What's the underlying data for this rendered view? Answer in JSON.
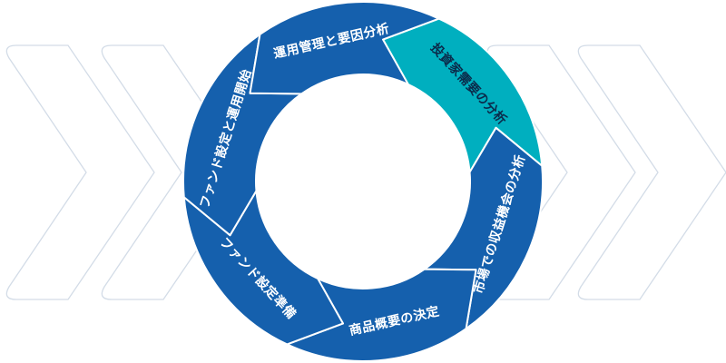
{
  "colors": {
    "segment_blue": "#1560ad",
    "segment_active": "#00afbf",
    "separator": "#ffffff",
    "chevron_outline": "#d3dce7",
    "background": "#ffffff"
  },
  "cycle": {
    "active_index": 0,
    "steps": [
      {
        "label": "投資家需要の分析"
      },
      {
        "label": "市場での収益機会の分析"
      },
      {
        "label": "商品概要の決定"
      },
      {
        "label": "ファンド設定準備"
      },
      {
        "label": "ファンド設定と運用開始"
      },
      {
        "label": "運用管理と要因分析"
      }
    ]
  }
}
